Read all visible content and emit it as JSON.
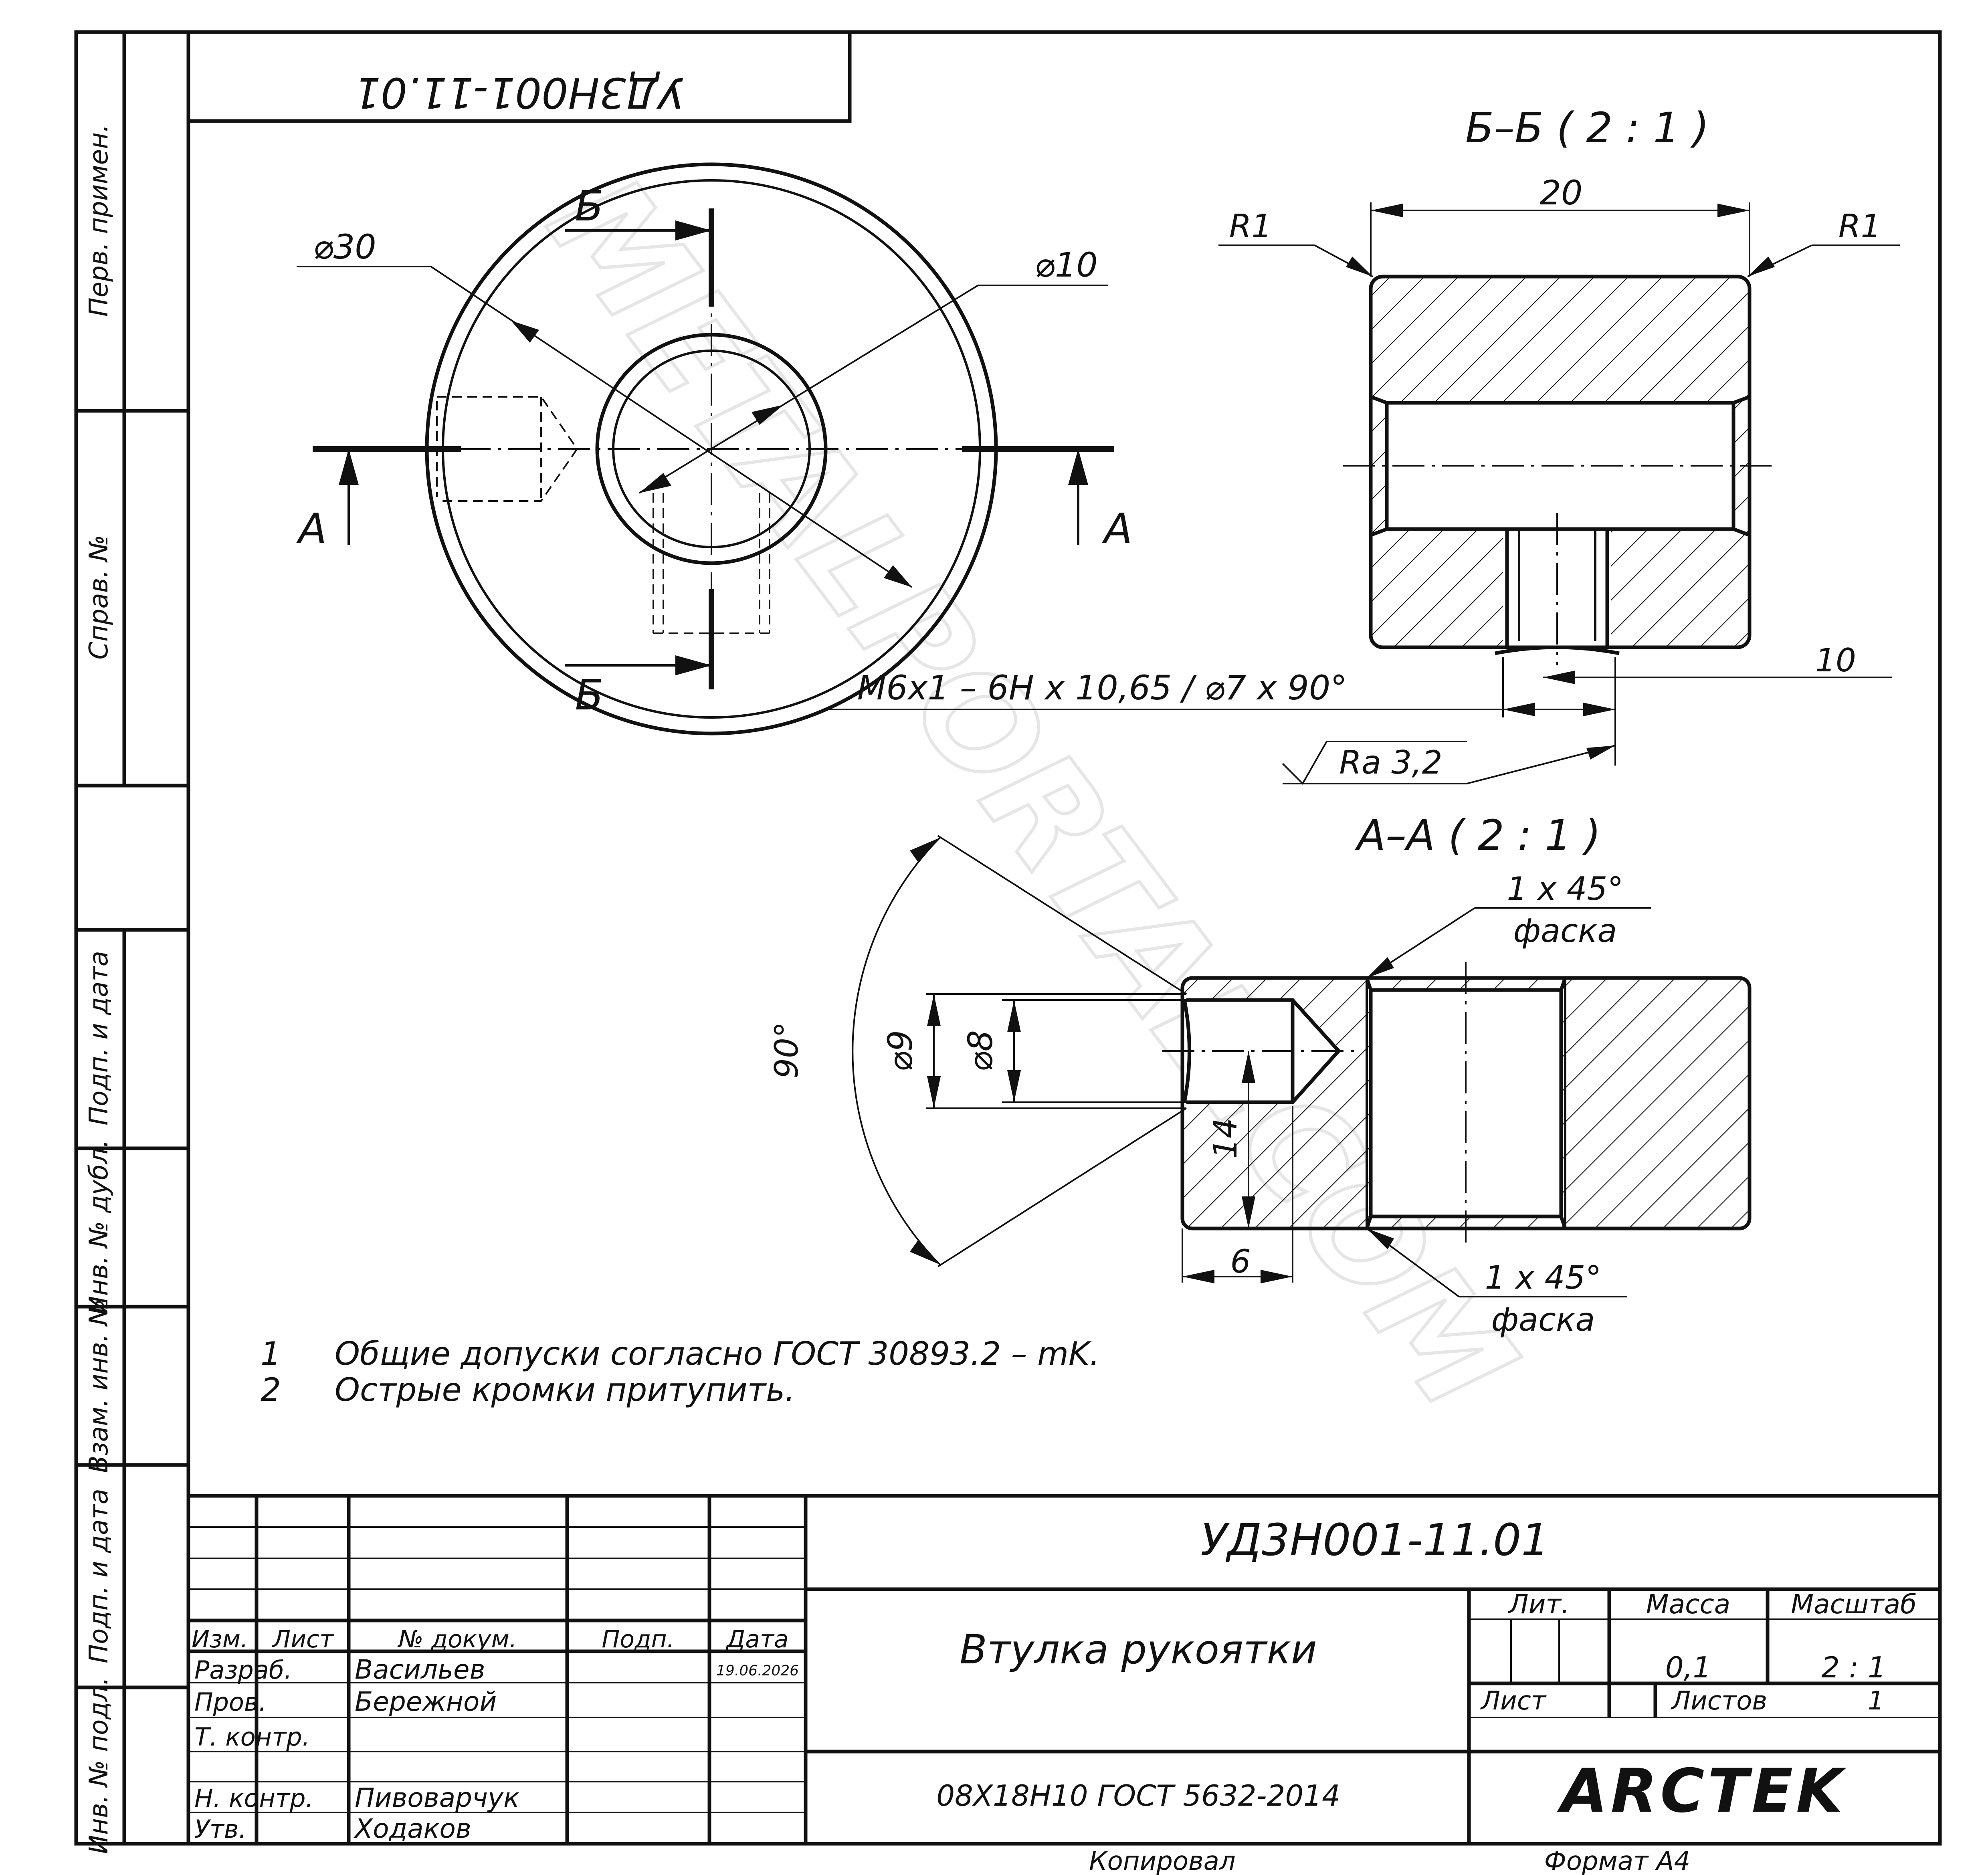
{
  "drawing": {
    "top_code_mirrored": "УД3Н001-11.01",
    "doc_code": "УД3Н001-11.01",
    "part_name": "Втулка рукоятки",
    "material": "08Х18Н10 ГОСТ 5632-2014",
    "mass": "0,1",
    "scale": "2 : 1",
    "sheets": "1",
    "company_logo": "ARCTEK",
    "copied_label": "Копировал",
    "format_label": "Формат А4",
    "watermark": "METALPORTAL.COM"
  },
  "side_strip": {
    "perv_primen": "Перв. примен.",
    "sprav_no": "Справ. №",
    "podp_data_1": "Подп. и дата",
    "inv_dubl": "Инв. № дубл.",
    "vzam_inv": "Взам. инв. №",
    "podp_data_2": "Подп. и дата",
    "inv_podl": "Инв. № подл."
  },
  "views": {
    "section_bb_title": "Б–Б ( 2 : 1 )",
    "section_aa_title": "А–А ( 2 : 1 )",
    "cut_a": "А",
    "cut_b": "Б"
  },
  "dimensions": {
    "dia30": "⌀30",
    "dia10": "⌀10",
    "len20": "20",
    "r1": "R1",
    "len10": "10",
    "thread": "М6х1 – 6Н х 10,65 / ⌀7 х 90°",
    "roughness": "Ra 3,2",
    "chamfer": "1 х 45°",
    "chamfer_word": "фаска",
    "angle90": "90°",
    "dia9": "⌀9",
    "dia8": "⌀8",
    "len14": "14",
    "len6": "6"
  },
  "notes": [
    {
      "num": "1",
      "text": "Общие допуски согласно ГОСТ 30893.2 – mK."
    },
    {
      "num": "2",
      "text": "Острые кромки притупить."
    }
  ],
  "title_block": {
    "headers": {
      "izm": "Изм.",
      "list": "Лист",
      "doc_no": "№ докум.",
      "podp": "Подп.",
      "data": "Дата"
    },
    "roles": {
      "razrab": "Разраб.",
      "prov": "Пров.",
      "t_kontr": "Т. контр.",
      "n_kontr": "Н. контр.",
      "utv": "Утв."
    },
    "people": {
      "razrab": "Васильев",
      "prov": "Бережной",
      "n_kontr": "Пивоварчук",
      "utv": "Ходаков"
    },
    "date": "19.06.2026",
    "lit_label": "Лит.",
    "mass_label": "Масса",
    "scale_label": "Масштаб",
    "sheet_label": "Лист",
    "sheets_label": "Листов"
  }
}
